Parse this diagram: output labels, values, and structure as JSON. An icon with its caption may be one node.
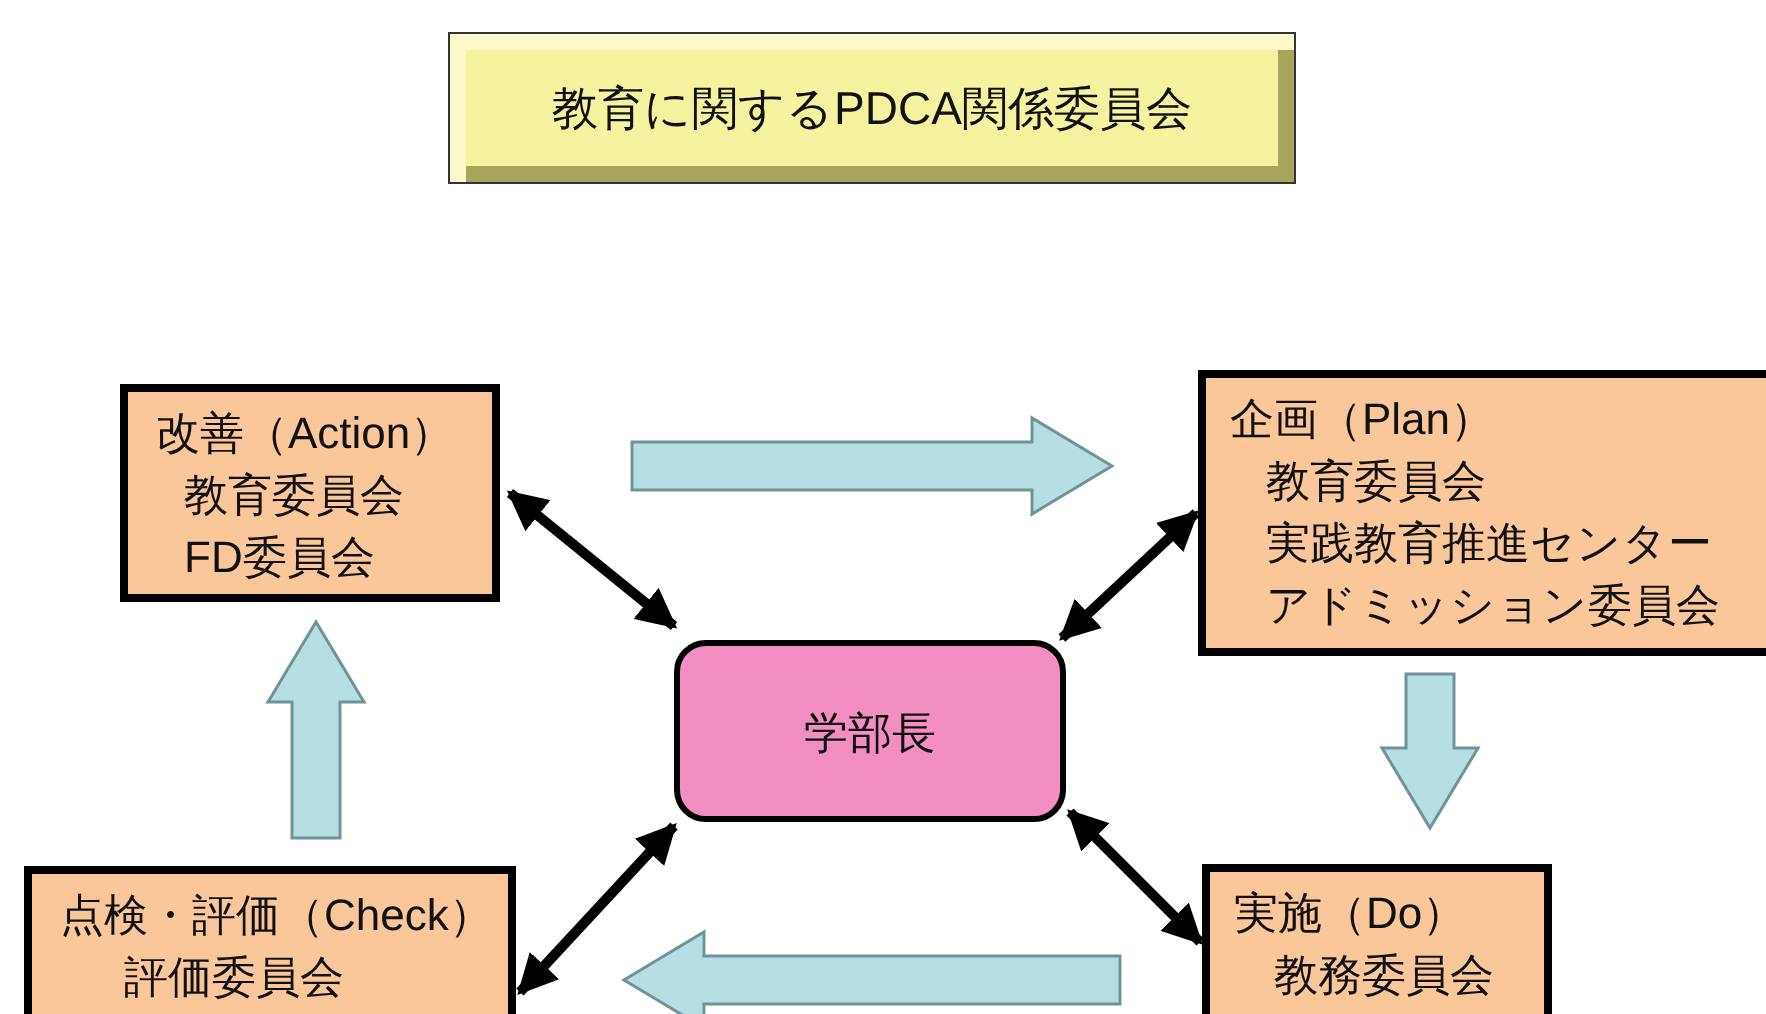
{
  "diagram": {
    "title": "教育に関するPDCA関係委員会",
    "nodes": [
      {
        "text": [
          "改善（Action）",
          "教育委員会",
          "FD委員会"
        ]
      },
      {
        "text": [
          "企画（Plan）",
          "教育委員会",
          "実践教育推進センター",
          "アドミッション委員会"
        ]
      },
      {
        "text": [
          "学部長"
        ]
      },
      {
        "text": [
          "点検・評価（Check）",
          "評価委員会"
        ]
      },
      {
        "text": [
          "実施（Do）",
          "教務委員会"
        ]
      }
    ],
    "edges": [
      {
        "from": 2,
        "to": 0,
        "arrow": "both"
      },
      {
        "from": 2,
        "to": 1,
        "arrow": "both"
      },
      {
        "from": 2,
        "to": 3,
        "arrow": "both"
      },
      {
        "from": 2,
        "to": 4,
        "arrow": "both"
      },
      {
        "from": 0,
        "to": 1,
        "arrow": "to",
        "color": "#b7dfe3"
      },
      {
        "from": 1,
        "to": 4,
        "arrow": "to",
        "color": "#b7dfe3"
      },
      {
        "from": 4,
        "to": 3,
        "arrow": "to",
        "color": "#b7dfe3"
      },
      {
        "from": 3,
        "to": 0,
        "arrow": "to",
        "color": "#b7dfe3"
      }
    ]
  }
}
